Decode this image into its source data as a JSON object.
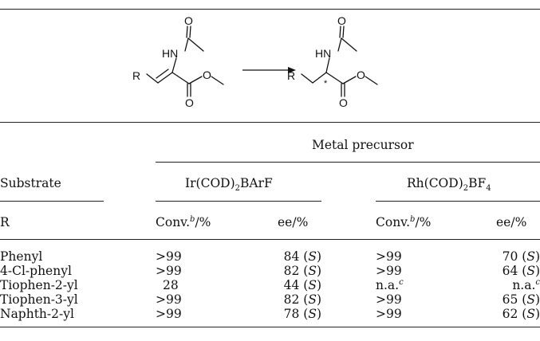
{
  "scheme": {
    "reactant": {
      "r_label": "R",
      "nh_label": "HN",
      "o_top": "O",
      "o_ester": "O",
      "o_bottom": "O"
    },
    "product": {
      "r_label": "R",
      "nh_label": "HN",
      "o_top": "O",
      "o_ester": "O",
      "o_bottom": "O",
      "stereo_mark": "*"
    }
  },
  "table": {
    "group_header": "Metal precursor",
    "substrate_header": "Substrate",
    "r_header": "R",
    "catalysts": [
      {
        "name": "Ir(COD)",
        "sub": "2",
        "suffix": "BArF",
        "suffix_sub": ""
      },
      {
        "name": "Rh(COD)",
        "sub": "2",
        "suffix": "BF",
        "suffix_sub": "4"
      }
    ],
    "columns": {
      "conv_label": "Conv.",
      "conv_sup": "b",
      "conv_unit": "/%",
      "ee_label": "ee/%"
    },
    "rows": [
      {
        "substrate": "Phenyl",
        "ir_conv": ">99",
        "ir_ee": "84",
        "ir_cfg": "S",
        "rh_conv": ">99",
        "rh_conv_sup": "",
        "rh_ee": "70",
        "rh_cfg": "S",
        "rh_ee_sup": ""
      },
      {
        "substrate": "4-Cl-phenyl",
        "ir_conv": ">99",
        "ir_ee": "82",
        "ir_cfg": "S",
        "rh_conv": ">99",
        "rh_conv_sup": "",
        "rh_ee": "64",
        "rh_cfg": "S",
        "rh_ee_sup": ""
      },
      {
        "substrate": "Tiophen-2-yl",
        "ir_conv": "28",
        "ir_ee": "44",
        "ir_cfg": "S",
        "rh_conv": "n.a.",
        "rh_conv_sup": "c",
        "rh_ee": "n.a.",
        "rh_cfg": "",
        "rh_ee_sup": "c"
      },
      {
        "substrate": "Tiophen-3-yl",
        "ir_conv": ">99",
        "ir_ee": "82",
        "ir_cfg": "S",
        "rh_conv": ">99",
        "rh_conv_sup": "",
        "rh_ee": "65",
        "rh_cfg": "S",
        "rh_ee_sup": ""
      },
      {
        "substrate": "Naphth-2-yl",
        "ir_conv": ">99",
        "ir_ee": "78",
        "ir_cfg": "S",
        "rh_conv": ">99",
        "rh_conv_sup": "",
        "rh_ee": "62",
        "rh_cfg": "S",
        "rh_ee_sup": ""
      }
    ]
  }
}
